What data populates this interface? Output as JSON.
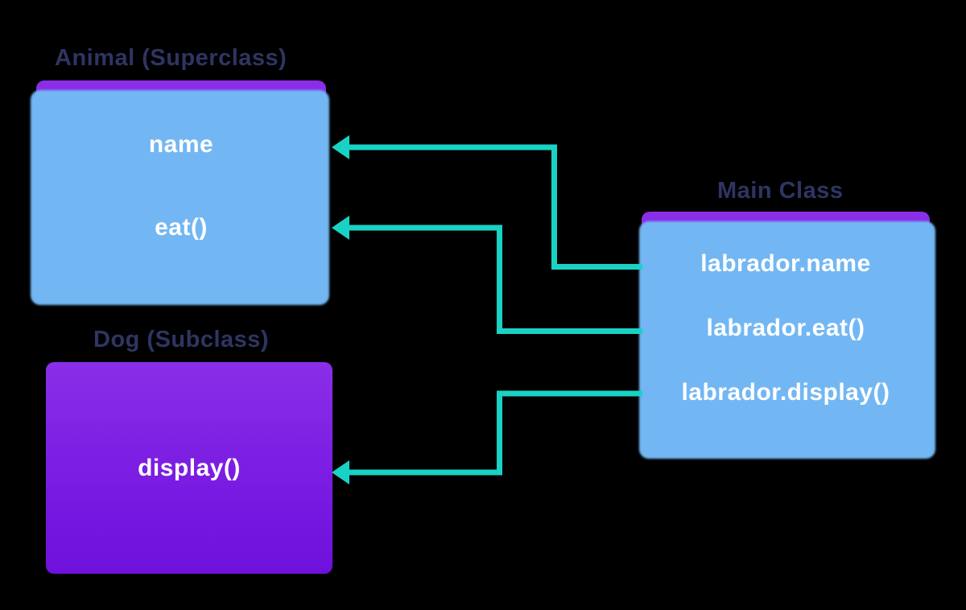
{
  "diagram": {
    "background": "#000000",
    "colors": {
      "box_gradient_top": "#8B2EE8",
      "box_gradient_bottom": "#6F10DC",
      "box_shadow": "#72B7F3",
      "arrow": "#19D2C5",
      "title_text": "#2E3562",
      "member_text": "#FFFFFF"
    },
    "superclass": {
      "title": "Animal (Superclass)",
      "members": [
        "name",
        "eat()"
      ]
    },
    "subclass": {
      "title": "Dog (Subclass)",
      "members": [
        "display()"
      ]
    },
    "main_class": {
      "title": "Main Class",
      "members": [
        "labrador.name",
        "labrador.eat()",
        "labrador.display()"
      ]
    },
    "arrows": [
      {
        "name": "arrow-labrador-name",
        "from": "labrador.name",
        "to": "name"
      },
      {
        "name": "arrow-labrador-eat",
        "from": "labrador.eat()",
        "to": "eat()"
      },
      {
        "name": "arrow-labrador-display",
        "from": "labrador.display()",
        "to": "display()"
      }
    ]
  }
}
